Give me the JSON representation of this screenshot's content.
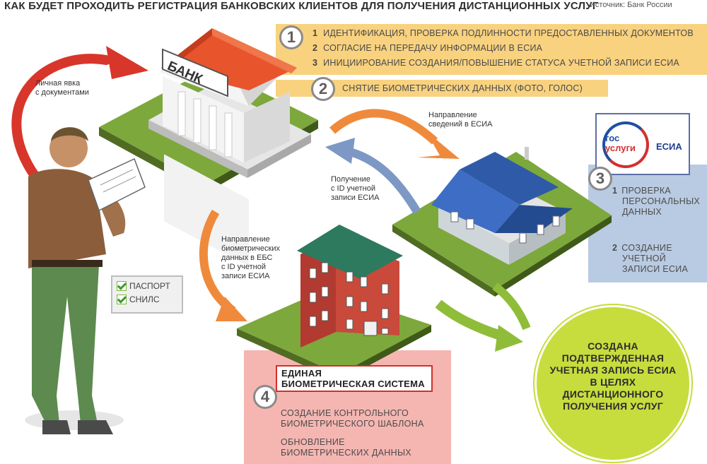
{
  "header": {
    "title": "КАК БУДЕТ ПРОХОДИТЬ РЕГИСТРАЦИЯ БАНКОВСКИХ КЛИЕНТОВ ДЛЯ ПОЛУЧЕНИЯ ДИСТАНЦИОННЫХ УСЛУГ",
    "source": "Источник: Банк России"
  },
  "bank": {
    "sign": "БАНК"
  },
  "step1": {
    "number": "1",
    "items": [
      {
        "n": "1",
        "text": "ИДЕНТИФИКАЦИЯ, ПРОВЕРКА ПОДЛИННОСТИ ПРЕДОСТАВЛЕННЫХ ДОКУМЕНТОВ"
      },
      {
        "n": "2",
        "text": "СОГЛАСИЕ НА ПЕРЕДАЧУ ИНФОРМАЦИИ В ЕСИА"
      },
      {
        "n": "3",
        "text": "ИНИЦИИРОВАНИЕ СОЗДАНИЯ/ПОВЫШЕНИЕ СТАТУСА УЧЕТНОЙ ЗАПИСИ ЕСИА"
      }
    ]
  },
  "step2": {
    "number": "2",
    "text": "СНЯТИЕ БИОМЕТРИЧЕСКИХ ДАННЫХ (ФОТО, ГОЛОС)"
  },
  "step3": {
    "number": "3",
    "items": [
      {
        "n": "1",
        "line1": "ПРОВЕРКА",
        "line2": "ПЕРСОНАЛЬНЫХ",
        "line3": "ДАННЫХ"
      },
      {
        "n": "2",
        "line1": "СОЗДАНИЕ",
        "line2": "УЧЕТНОЙ",
        "line3": "ЗАПИСИ ЕСИА"
      }
    ]
  },
  "step4": {
    "number": "4",
    "title_line1": "ЕДИНАЯ",
    "title_line2": "БИОМЕТРИЧЕСКАЯ СИСТЕМА",
    "items": [
      {
        "line1": "СОЗДАНИЕ КОНТРОЛЬНОГО",
        "line2": "БИОМЕТРИЧЕСКОГО ШАБЛОНА"
      },
      {
        "line1": "ОБНОВЛЕНИЕ",
        "line2": "БИОМЕТРИЧЕСКИХ ДАННЫХ"
      }
    ]
  },
  "arrows": {
    "personal_visit": {
      "line1": "Личная явка",
      "line2": "с документами"
    },
    "to_esia": {
      "line1": "Направление",
      "line2": "сведений в ЕСИА"
    },
    "receive_id": {
      "line1": "Получение",
      "line2": "с ID учетной",
      "line3": "записи ЕСИА"
    },
    "to_ebs": {
      "line1": "Направление",
      "line2": "биометрических",
      "line3": "данных в ЕБС",
      "line4": "с ID учетной",
      "line5": "записи ЕСИА"
    }
  },
  "documents": {
    "passport": "ПАСПОРТ",
    "snils": "СНИЛС"
  },
  "esia_logo": {
    "gos": "гос",
    "uslugi": "услуги",
    "esia": "ЕСИА"
  },
  "result": {
    "line1": "СОЗДАНА",
    "line2": "ПОДТВЕРЖДЕННАЯ",
    "line3": "УЧЕТНАЯ ЗАПИСЬ ЕСИА",
    "line4": "В ЦЕЛЯХ",
    "line5": "ДИСТАНЦИОННОГО",
    "line6": "ПОЛУЧЕНИЯ УСЛУГ"
  },
  "colors": {
    "band_orange": "#f9d27f",
    "arrow_orange": "#ef8a3c",
    "arrow_red": "#d8362b",
    "arrow_blue": "#7d98c4",
    "arrow_green": "#8fbd3a",
    "panel_blue": "#b9cbe2",
    "panel_pink": "#f5b6b2",
    "result_green": "#c6dd3d",
    "grass": "#7da83c"
  }
}
